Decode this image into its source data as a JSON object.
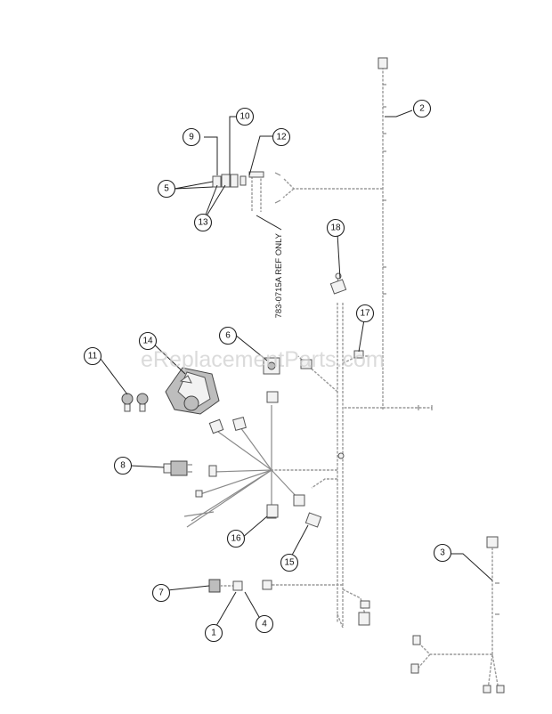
{
  "watermark": "eReplacementParts.com",
  "reference_note": "783-0715A REF ONLY",
  "callouts": {
    "c1": "1",
    "c2": "2",
    "c3": "3",
    "c4": "4",
    "c5": "5",
    "c6": "6",
    "c7": "7",
    "c8": "8",
    "c9": "9",
    "c10": "10",
    "c11": "11",
    "c12": "12",
    "c13": "13",
    "c14": "14",
    "c15": "15",
    "c16": "16",
    "c17": "17",
    "c18": "18"
  }
}
